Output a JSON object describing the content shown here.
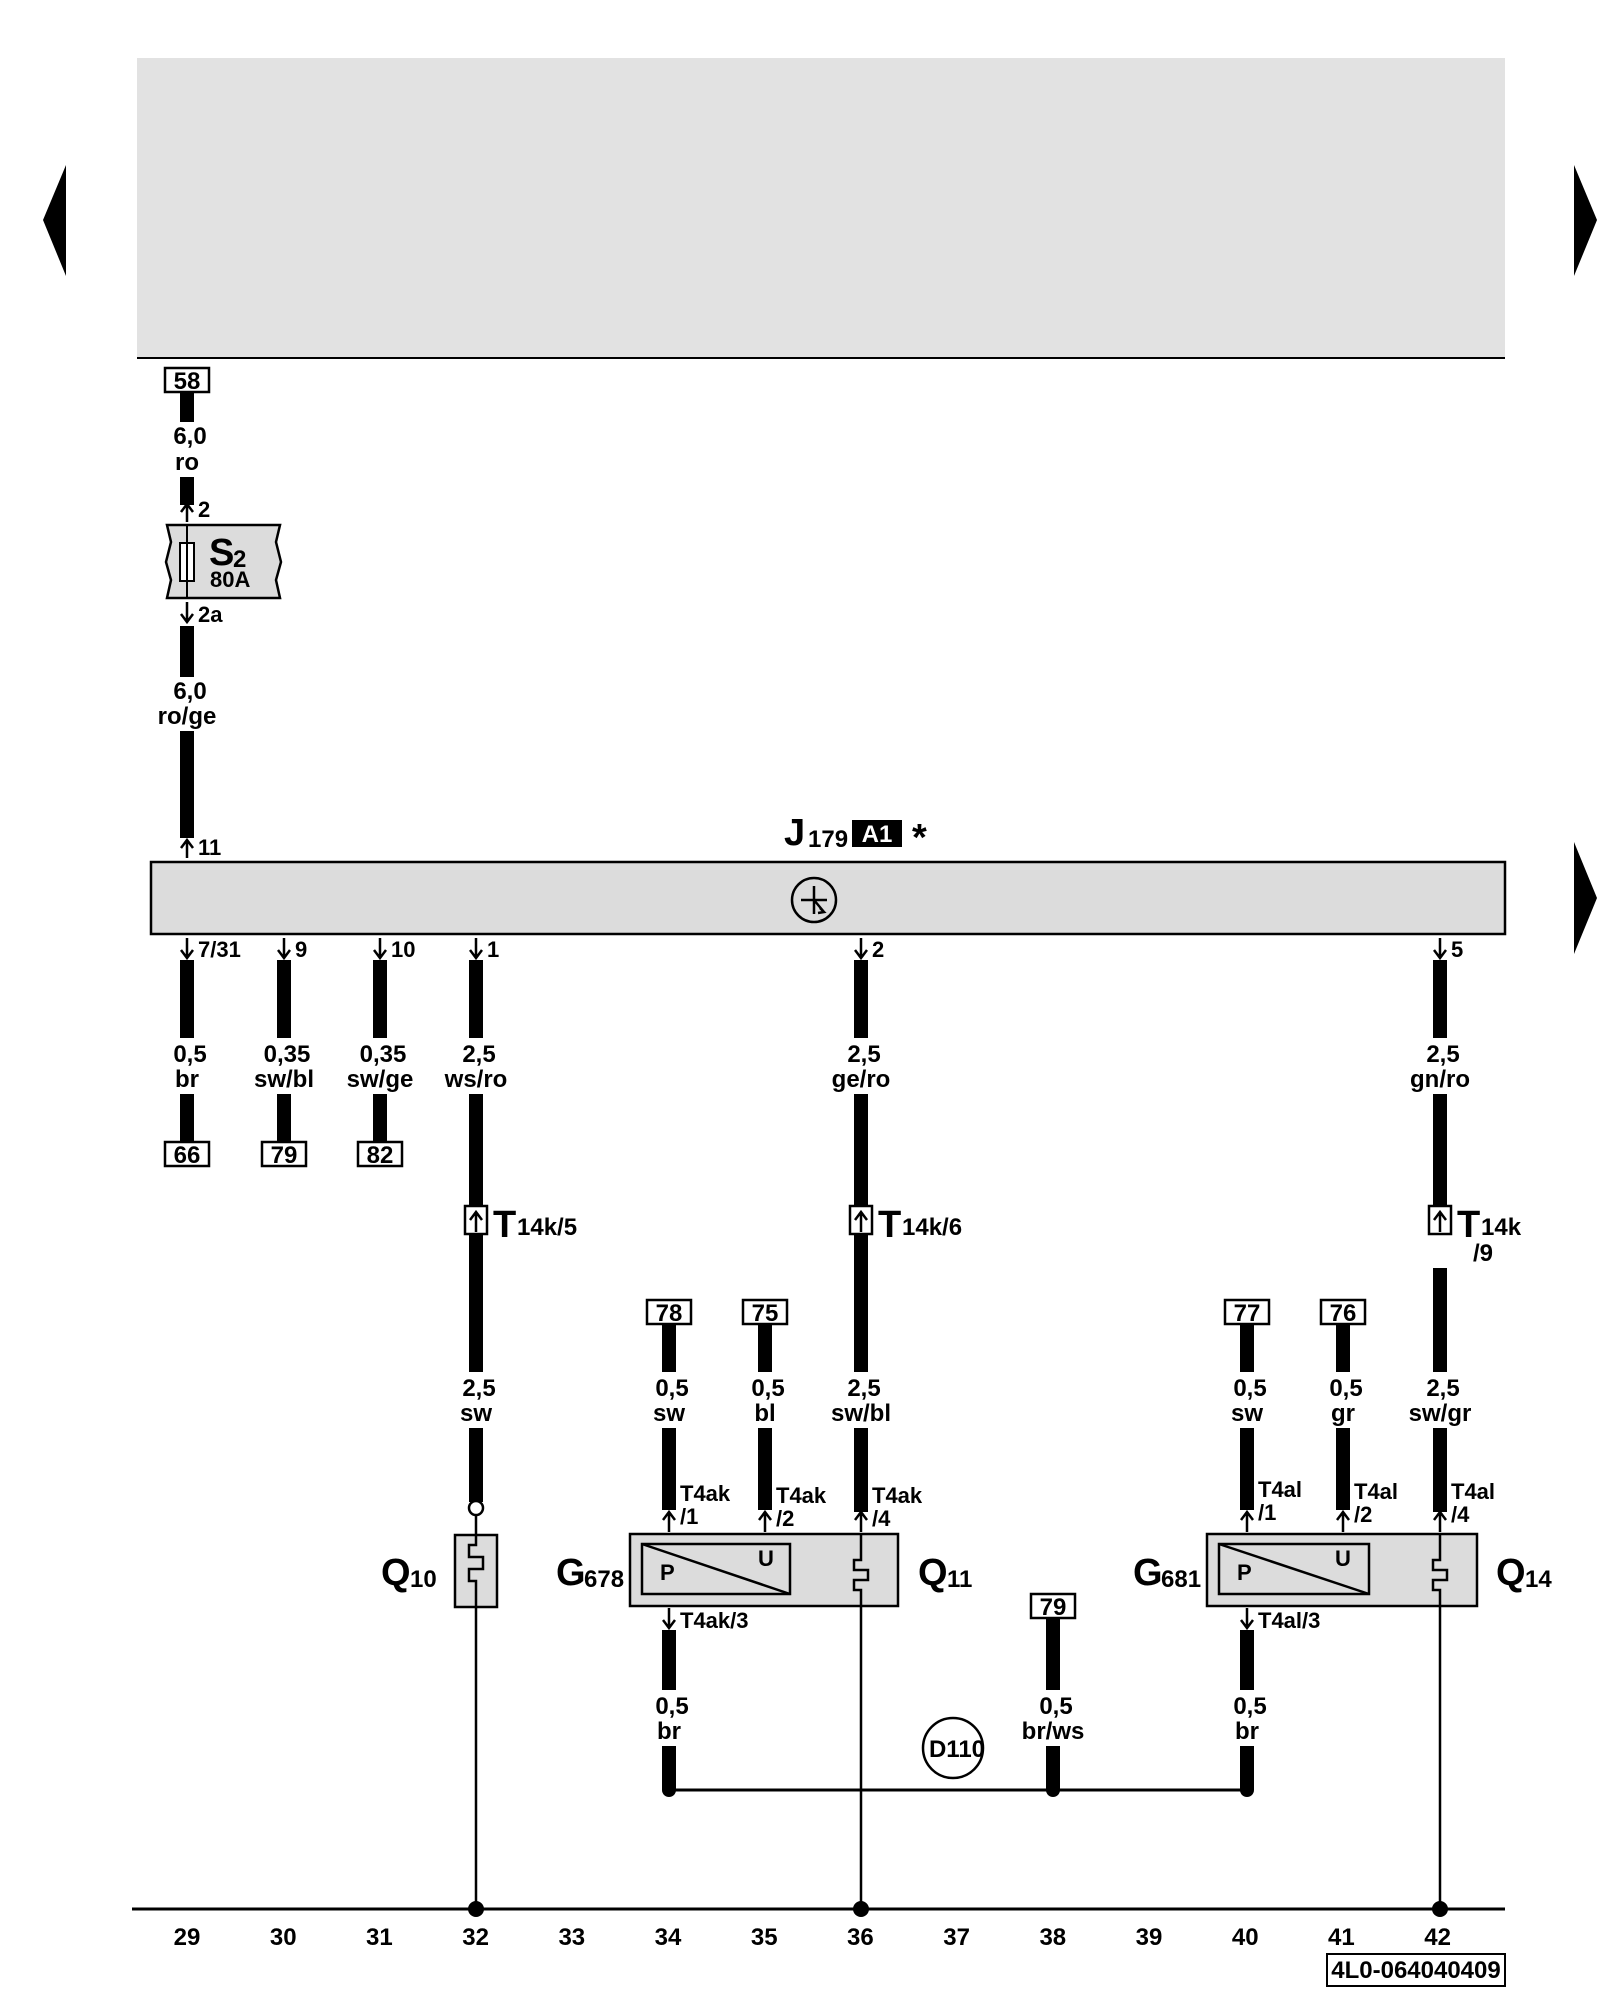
{
  "nav": {
    "prev_label": "previous page",
    "next_label": "next page"
  },
  "fuse": {
    "id": "S",
    "sub": "2",
    "rating": "80A",
    "pin_in": "2",
    "pin_out": "2a"
  },
  "module": {
    "id": "J",
    "sub": "179",
    "badge": "A1",
    "star": "*"
  },
  "wires": {
    "w58": {
      "ref": "58",
      "size": "6,0",
      "color": "ro"
    },
    "w_fuse_out": {
      "size": "6,0",
      "color": "ro/ge",
      "pin": "11"
    },
    "w66": {
      "pin": "7/31",
      "size": "0,5",
      "color": "br",
      "ref": "66"
    },
    "w79a": {
      "pin": "9",
      "size": "0,35",
      "color": "sw/bl",
      "ref": "79"
    },
    "w82": {
      "pin": "10",
      "size": "0,35",
      "color": "sw/ge",
      "ref": "82"
    },
    "w1": {
      "pin": "1",
      "size": "2,5",
      "color": "ws/ro",
      "conn": "T",
      "conn_sub": "14k/5",
      "size2": "2,5",
      "color2": "sw"
    },
    "w2": {
      "pin": "2",
      "size": "2,5",
      "color": "ge/ro",
      "conn": "T",
      "conn_sub": "14k/6",
      "size2": "2,5",
      "color2": "sw/bl"
    },
    "w5": {
      "pin": "5",
      "size": "2,5",
      "color": "gn/ro",
      "conn": "T",
      "conn_sub": "14k",
      "conn_sub2": "/9",
      "size2": "2,5",
      "color2": "sw/gr"
    }
  },
  "sensors": {
    "g678": {
      "id": "G",
      "sub": "678",
      "q": "Q",
      "q_sub": "11",
      "p": "P",
      "u": "U",
      "pin1": "T4ak",
      "pin1b": "/1",
      "pin2": "T4ak",
      "pin2b": "/2",
      "pin4": "T4ak",
      "pin4b": "/4",
      "pin3": "T4ak/3",
      "wa": {
        "ref": "78",
        "size": "0,5",
        "color": "sw"
      },
      "wb": {
        "ref": "75",
        "size": "0,5",
        "color": "bl"
      },
      "wg": {
        "size": "0,5",
        "color": "br"
      }
    },
    "g681": {
      "id": "G",
      "sub": "681",
      "q": "Q",
      "q_sub": "14",
      "p": "P",
      "u": "U",
      "pin1": "T4al",
      "pin1b": "/1",
      "pin2": "T4al",
      "pin2b": "/2",
      "pin4": "T4al",
      "pin4b": "/4",
      "pin3": "T4al/3",
      "wa": {
        "ref": "77",
        "size": "0,5",
        "color": "sw"
      },
      "wb": {
        "ref": "76",
        "size": "0,5",
        "color": "gr"
      },
      "wg": {
        "size": "0,5",
        "color": "br"
      }
    }
  },
  "q10": {
    "q": "Q",
    "q_sub": "10"
  },
  "ground": {
    "ref": "79",
    "size": "0,5",
    "color": "br/ws",
    "splice": "D110"
  },
  "footer": {
    "columns": [
      "29",
      "30",
      "31",
      "32",
      "33",
      "34",
      "35",
      "36",
      "37",
      "38",
      "39",
      "40",
      "41",
      "42"
    ],
    "code": "4L0-064040409"
  }
}
